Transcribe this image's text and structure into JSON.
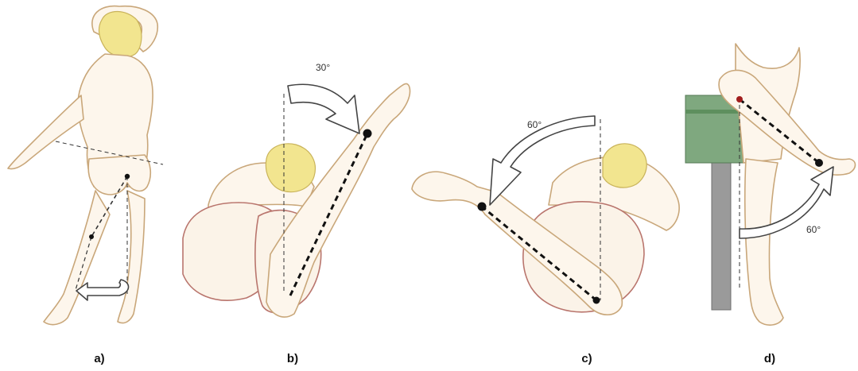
{
  "panels": [
    {
      "label": "a)",
      "angle": ""
    },
    {
      "label": "b)",
      "angle": "30°"
    },
    {
      "label": "c)",
      "angle": "60°"
    },
    {
      "label": "d)",
      "angle": "60°"
    }
  ],
  "colors": {
    "skin_outline": "#c9a77a",
    "hair": "#f2e58f",
    "shorts_outline": "#b9756d",
    "table_top": "#7fa87f",
    "table_leg": "#9a9a9a"
  }
}
